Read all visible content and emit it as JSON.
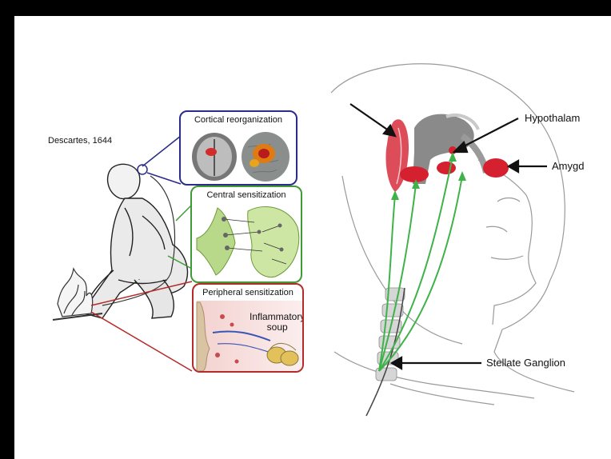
{
  "left_panel": {
    "caption": "Descartes, 1644",
    "boxes": [
      {
        "title": "Cortical reorganization",
        "color": "#2b2b8c"
      },
      {
        "title": "Central sensitization",
        "color": "#3f9b36"
      },
      {
        "title": "Peripheral sensitization",
        "color": "#b52a2a",
        "inner_label": "Inflammatory\nsoup"
      }
    ]
  },
  "right_panel": {
    "labels": {
      "hypothalamus": "Hypothalam",
      "amygdala": "Amygd",
      "stellate": "Stellate Ganglion"
    },
    "colors": {
      "pathway": "#3fb24a",
      "structure": "#d4202f"
    }
  }
}
